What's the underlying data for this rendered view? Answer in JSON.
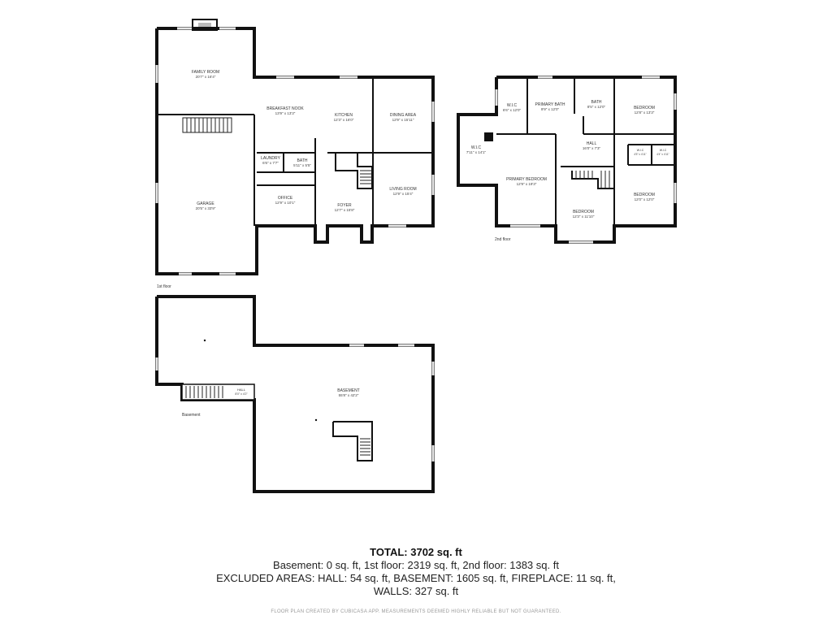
{
  "floors": {
    "first": {
      "label": "1st floor",
      "rooms": {
        "family_room": {
          "name": "FAMILY ROOM",
          "dims": "20'7\" x 16'4\""
        },
        "breakfast_nook": {
          "name": "BREAKFAST NOOK",
          "dims": "13'9\" x 13'3\""
        },
        "kitchen": {
          "name": "KITCHEN",
          "dims": "12'3\" x 16'0\""
        },
        "dining_area": {
          "name": "DINING AREA",
          "dims": "12'9\" x 15'11\""
        },
        "laundry": {
          "name": "LAUNDRY",
          "dims": "6'6\" x 7'7\""
        },
        "bath": {
          "name": "BATH",
          "dims": "5'11\" x 5'5\""
        },
        "garage": {
          "name": "GARAGE",
          "dims": "20'5\" x 33'9\""
        },
        "office": {
          "name": "OFFICE",
          "dims": "12'9\" x 10'1\""
        },
        "foyer": {
          "name": "FOYER",
          "dims": "12'7\" x 15'8\""
        },
        "living_room": {
          "name": "LIVING ROOM",
          "dims": "12'9\" x 15'4\""
        }
      }
    },
    "second": {
      "label": "2nd floor",
      "rooms": {
        "wic_upper": {
          "name": "W.I.C",
          "dims": "6'6\" x 12'0\""
        },
        "primary_bath": {
          "name": "PRIMARY BATH",
          "dims": "9'9\" x 12'0\""
        },
        "bath": {
          "name": "BATH",
          "dims": "8'5\" x 12'0\""
        },
        "bedroom_ne": {
          "name": "BEDROOM",
          "dims": "12'8\" x 13'3\""
        },
        "wic_side": {
          "name": "W.I.C",
          "dims": "7'11\" x 14'1\""
        },
        "hall": {
          "name": "HALL",
          "dims": "16'0\" x 7'3\""
        },
        "wic_small_1": {
          "name": "W.I.C",
          "dims": "4'5\" x 4'11\""
        },
        "wic_small_2": {
          "name": "W.I.C",
          "dims": "4'4\" x 4'11\""
        },
        "primary_bedroom": {
          "name": "PRIMARY BEDROOM",
          "dims": "12'9\" x 19'3\""
        },
        "bedroom_s": {
          "name": "BEDROOM",
          "dims": "12'3\" x 11'10\""
        },
        "bedroom_se": {
          "name": "BEDROOM",
          "dims": "12'0\" x 12'0\""
        }
      }
    },
    "basement": {
      "label": "Basement",
      "rooms": {
        "basement": {
          "name": "BASEMENT",
          "dims": "55'8\" x 42'2\""
        },
        "hall": {
          "name": "HALL",
          "dims": "8'0\" x 4'2\""
        }
      }
    }
  },
  "summary": {
    "total": "TOTAL: 3702 sq. ft",
    "breakdown": "Basement: 0 sq. ft, 1st floor: 2319 sq. ft, 2nd floor: 1383 sq. ft",
    "excluded": "EXCLUDED AREAS: HALL: 54 sq. ft, BASEMENT: 1605 sq. ft, FIREPLACE: 11 sq. ft,",
    "walls": "WALLS: 327 sq. ft",
    "disclaimer": "FLOOR PLAN CREATED BY CUBICASA APP. MEASUREMENTS DEEMED HIGHLY RELIABLE BUT NOT GUARANTEED."
  }
}
